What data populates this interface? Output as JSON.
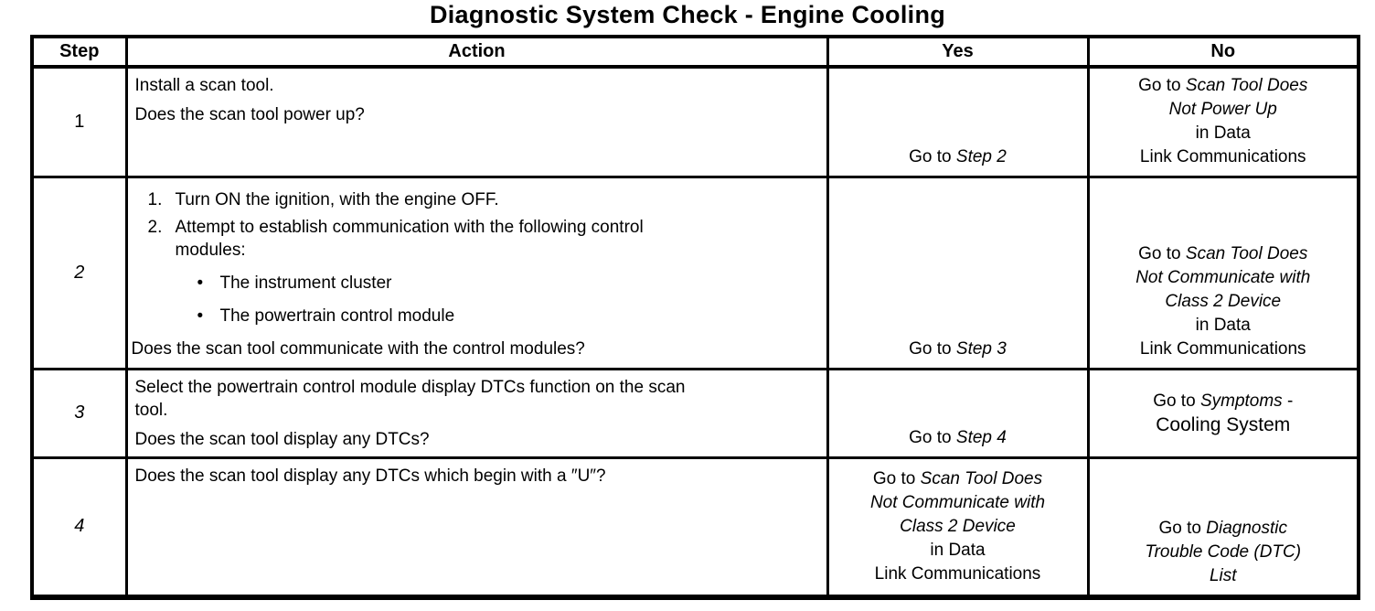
{
  "title": "Diagnostic System Check - Engine Cooling",
  "headers": {
    "step": "Step",
    "action": "Action",
    "yes": "Yes",
    "no": "No"
  },
  "glyphs": {
    "bullet": "•"
  },
  "rows": [
    {
      "step": "1",
      "action": [
        "Install a scan tool.",
        "Does the scan tool power up?"
      ],
      "yes": [
        [
          {
            "t": "Go to "
          },
          {
            "t": "Step 2",
            "i": true
          }
        ]
      ],
      "no": [
        [
          {
            "t": "Go to "
          },
          {
            "t": "Scan Tool Does",
            "i": true
          }
        ],
        [
          {
            "t": "Not Power Up",
            "i": true
          }
        ],
        [
          {
            "t": "in Data"
          }
        ],
        [
          {
            "t": "Link Communications"
          }
        ]
      ]
    },
    {
      "step": "2",
      "numbered": [
        {
          "marker": "1.",
          "text": "Turn ON the ignition, with the engine OFF."
        },
        {
          "marker": "2.",
          "text": "Attempt to establish communication with the following control modules:"
        }
      ],
      "bullets": [
        "The instrument cluster",
        "The powertrain control module"
      ],
      "question": "Does the scan tool communicate with the control modules?",
      "yes": [
        [
          {
            "t": "Go to "
          },
          {
            "t": "Step 3",
            "i": true
          }
        ]
      ],
      "no": [
        [
          {
            "t": "Go to "
          },
          {
            "t": "Scan Tool Does",
            "i": true
          }
        ],
        [
          {
            "t": "Not Communicate with",
            "i": true
          }
        ],
        [
          {
            "t": "Class 2 Device",
            "i": true
          }
        ],
        [
          {
            "t": "in Data"
          }
        ],
        [
          {
            "t": "Link Communications"
          }
        ]
      ]
    },
    {
      "step": "3",
      "action": [
        "Select the powertrain control module display DTCs function on the scan tool.",
        "Does the scan tool display any DTCs?"
      ],
      "yes": [
        [
          {
            "t": "Go to "
          },
          {
            "t": "Step 4",
            "i": true
          }
        ]
      ],
      "no": [
        [
          {
            "t": "Go to "
          },
          {
            "t": "Symptoms",
            "i": true
          },
          {
            "t": " -"
          }
        ],
        [
          {
            "t": "Cooling System"
          }
        ]
      ]
    },
    {
      "step": "4",
      "action": [
        "Does the scan tool display any DTCs which begin with a ″U″?"
      ],
      "yes": [
        [
          {
            "t": "Go to "
          },
          {
            "t": "Scan Tool Does",
            "i": true
          }
        ],
        [
          {
            "t": "Not Communicate with",
            "i": true
          }
        ],
        [
          {
            "t": "Class 2 Device",
            "i": true
          }
        ],
        [
          {
            "t": "in Data"
          }
        ],
        [
          {
            "t": "Link Communications"
          }
        ]
      ],
      "no": [
        [
          {
            "t": "Go to "
          },
          {
            "t": "Diagnostic",
            "i": true
          }
        ],
        [
          {
            "t": "Trouble Code (DTC)",
            "i": true
          }
        ],
        [
          {
            "t": "List",
            "i": true
          }
        ]
      ]
    }
  ]
}
